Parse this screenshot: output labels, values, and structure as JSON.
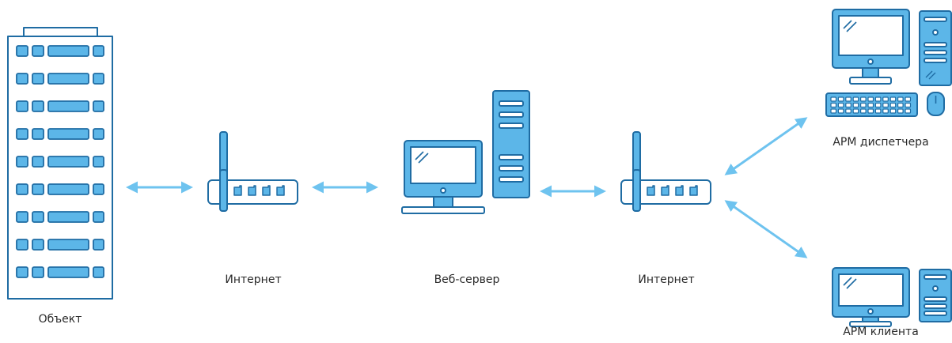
{
  "colors": {
    "outline": "#1f6ca3",
    "fill": "#5cb6e8",
    "bg": "#ffffff",
    "screen": "#ffffff",
    "arrow": "#6ec3ef"
  },
  "nodes": {
    "object": {
      "label": "Объект",
      "icon": "building-icon"
    },
    "internet_1": {
      "label": "Интернет",
      "icon": "router-icon"
    },
    "web_server": {
      "label": "Веб-сервер",
      "icon": "server-workstation-icon"
    },
    "internet_2": {
      "label": "Интернет",
      "icon": "router-icon"
    },
    "arm_dispatcher": {
      "label": "АРМ диспетчера",
      "icon": "desktop-pc-icon"
    },
    "arm_client": {
      "label": "АРМ клиента",
      "icon": "desktop-pc-icon"
    }
  },
  "connections": [
    {
      "from": "object",
      "to": "internet_1",
      "direction": "both"
    },
    {
      "from": "internet_1",
      "to": "web_server",
      "direction": "both"
    },
    {
      "from": "web_server",
      "to": "internet_2",
      "direction": "both"
    },
    {
      "from": "internet_2",
      "to": "arm_dispatcher",
      "direction": "both"
    },
    {
      "from": "internet_2",
      "to": "arm_client",
      "direction": "both"
    }
  ]
}
